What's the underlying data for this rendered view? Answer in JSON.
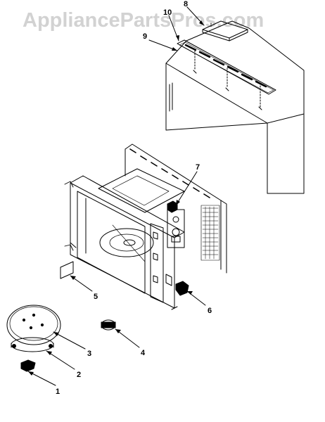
{
  "watermark": {
    "text": "AppliancePartsPros.com"
  },
  "callouts": [
    {
      "id": "1",
      "label": "1"
    },
    {
      "id": "2",
      "label": "2"
    },
    {
      "id": "3",
      "label": "3"
    },
    {
      "id": "4",
      "label": "4"
    },
    {
      "id": "5",
      "label": "5"
    },
    {
      "id": "6",
      "label": "6"
    },
    {
      "id": "7",
      "label": "7"
    },
    {
      "id": "8",
      "label": "8"
    },
    {
      "id": "9",
      "label": "9"
    },
    {
      "id": "10",
      "label": "10"
    }
  ],
  "colors": {
    "line": "#000000",
    "watermark": "#d2d2d2",
    "background": "#ffffff"
  }
}
